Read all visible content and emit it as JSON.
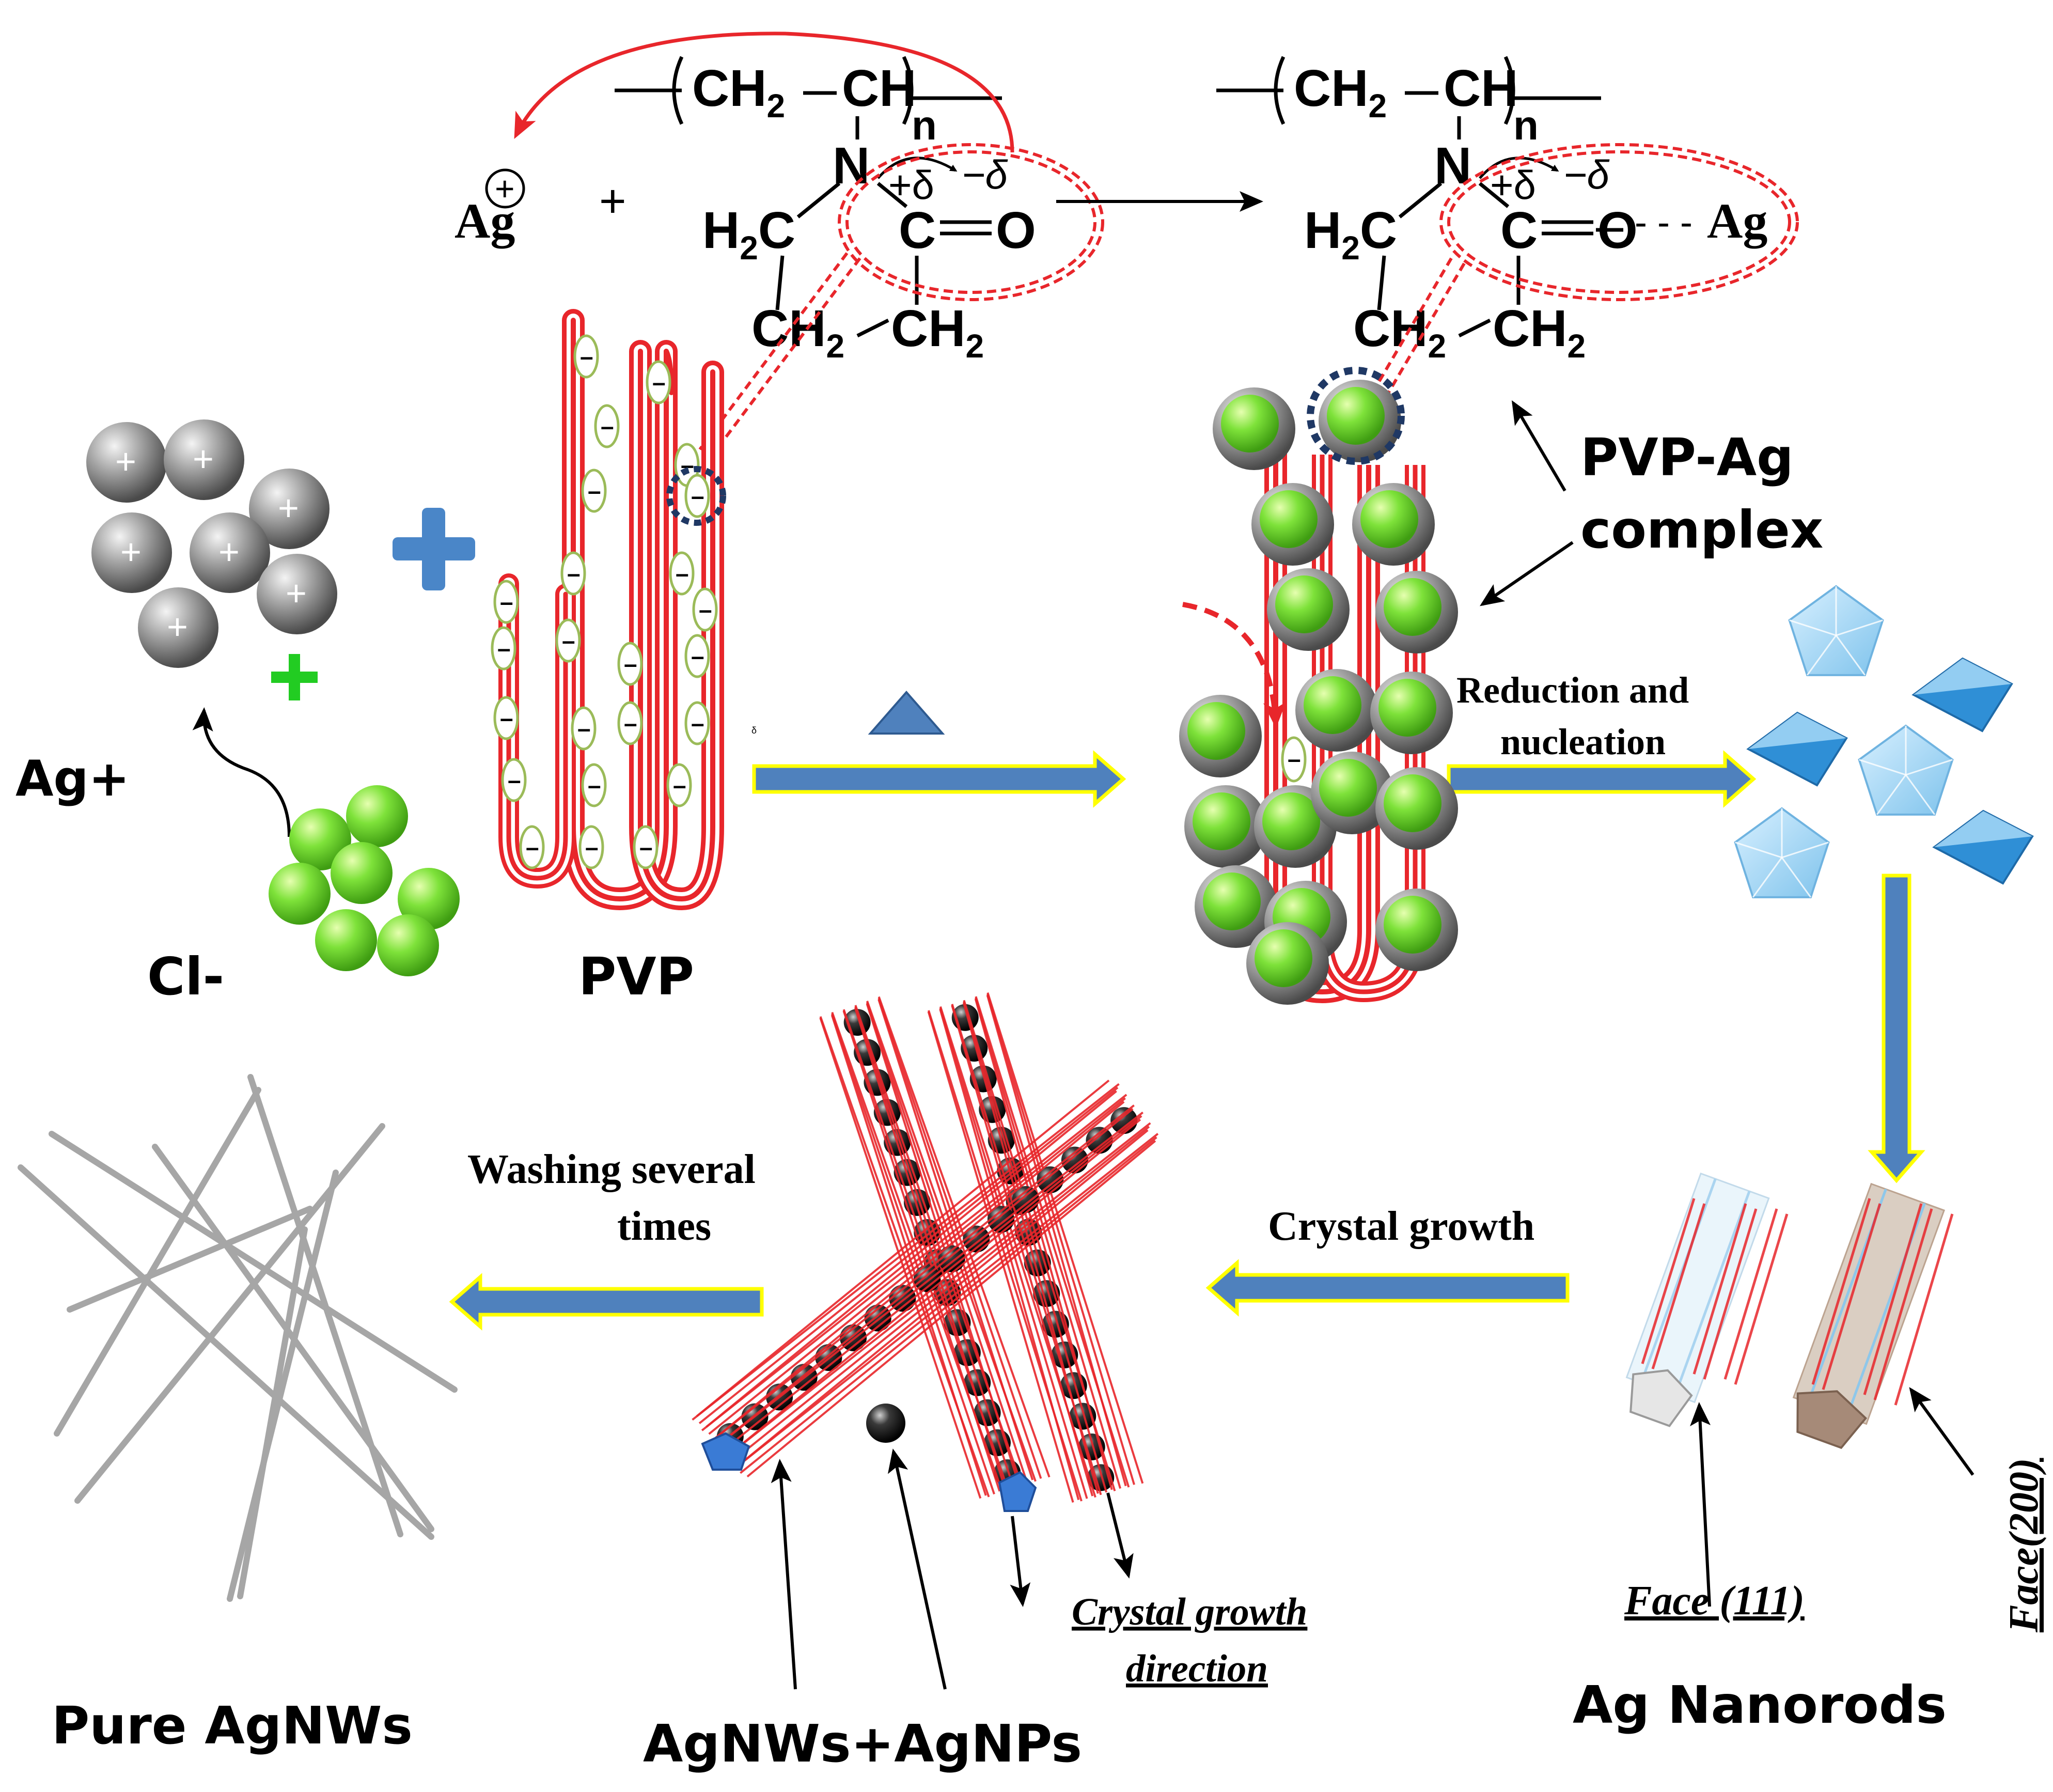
{
  "chem": {
    "reactant_ag": "Ag",
    "ag_charge": "+",
    "plus": "+",
    "ch2": "CH",
    "sub2": "2",
    "ch": "CH",
    "n_sub": "n",
    "n_atom": "N",
    "h2c": "H",
    "c_atom": "C",
    "o_atom": "O",
    "partial_pos": "+δ",
    "partial_neg": "−δ",
    "bond_dash": "- - -",
    "product_ag": "Ag"
  },
  "labels": {
    "ag_plus": "Ag+",
    "cl_minus": "Cl-",
    "pvp": "PVP",
    "pvp_ag_complex_line1": "PVP-Ag",
    "pvp_ag_complex_line2": "complex",
    "reduction_line1": "Reduction and",
    "reduction_line2": "nucleation",
    "crystal_growth": "Crystal growth",
    "washing_line1": "Washing several",
    "washing_line2": "times",
    "face_111": "Face (111)",
    "face_200": "Face(200)",
    "crystal_growth_dir_line1": "Crystal growth",
    "crystal_growth_dir_line2": "direction",
    "pure_agnws": "Pure AgNWs",
    "agnws_agnps": "AgNWs+AgNPs",
    "ag_nanorods": "Ag Nanorods",
    "ion_plus": "+",
    "minus": "–",
    "delta": "δ"
  },
  "colors": {
    "arrow_fill": "#4f81bd",
    "arrow_outline": "#ffff00",
    "pvp_red": "#e8262b",
    "ring_green": "#9bbb59",
    "chloride_green": "#66dd22",
    "silver_gray": "#8a8a8a",
    "dashed_red": "#e8262b",
    "navy_dots": "#1f3864",
    "crystal_blue": "#5aaee0",
    "plus_blue": "#4a86c8",
    "plus_green": "#22cc22"
  }
}
